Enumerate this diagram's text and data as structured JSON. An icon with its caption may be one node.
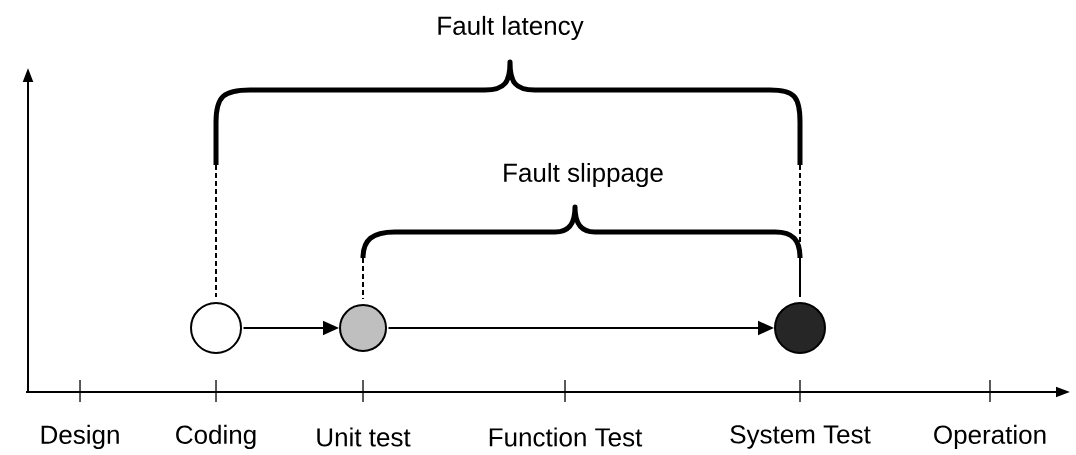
{
  "diagram": {
    "nodes": [
      {
        "text": [],
        "shape": "circle"
      },
      {
        "text": [],
        "shape": "circle"
      },
      {
        "text": [],
        "shape": "circle"
      }
    ],
    "edges": [
      {
        "from": 0,
        "to": 1,
        "arrow": "to"
      },
      {
        "from": 1,
        "to": 2,
        "arrow": "to"
      }
    ],
    "labels": [
      "Fault latency",
      "Fault slippage",
      "Design",
      "Coding",
      "Unit test",
      "Function Test",
      "System Test",
      "Operation"
    ]
  }
}
